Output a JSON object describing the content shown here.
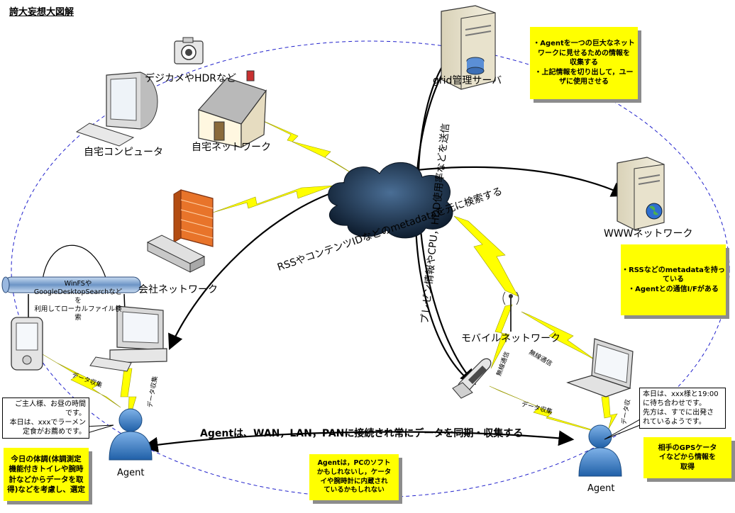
{
  "title": "誇大妄想大図解",
  "labels": {
    "camera": "デジカメやHDRなど",
    "home_pc": "自宅コンピュータ",
    "home_network": "自宅ネットワーク",
    "grid_server": "grid管理サーバ",
    "www_network": "WWWネットワーク",
    "company_network": "会社ネットワーク",
    "mobile_network": "モバイルネットワーク",
    "agent_left": "Agent",
    "agent_right": "Agent",
    "pipe_text": "WinFSや\nGoogleDesktopSearchなどを\n利用してローカルファイル検\n索"
  },
  "arrows": {
    "rss_search": "RSSやコンテンツIDなどのmetadataを元に検索する",
    "presence": "プレゼン情報やCPU，HDD使用率などを送信",
    "sync": "Agentは、WAN，LAN，PANに接続され常にデータを同期・収集する"
  },
  "small_labels": {
    "data_collect_1": "データ収集",
    "data_collect_2": "データ収集",
    "data_collect_3": "データ収集",
    "data_collect_4": "データ収",
    "wireless_1": "無線通信",
    "wireless_2": "無線通信"
  },
  "notes": {
    "grid_note": "・Agentを一つの巨大なネット\nワークに見せるための情報を\n収集する\n・上記情報を切り出して，ユー\nザに使用させる",
    "www_note": "・RSSなどのmetadataを持っ\nている\n・Agentとの通信I/Fがある",
    "health_note": "今日の体調(体調測定\n機能付きトイレや腕時\n計などからデータを取\n得)などを考慮し、選定",
    "agent_note": "Agentは，PCのソフト\nかもしれないし，ケータ\nイや腕時計に内蔵され\nているかもしれない",
    "gps_note": "相手のGPSケータ\nイなどから情報を\n取得"
  },
  "callouts": {
    "left": "ご主人様、お昼の時間\nです。\n本日は、xxxでラーメン\n定食がお薦めです。",
    "right": "本日は、xxx様と19:00\nに待ち合わせです。\n先方は、すでに出発さ\nれているようです。"
  },
  "colors": {
    "note_yellow": "#ffff00",
    "lightning_yellow": "#ffff00",
    "ellipse_blue": "#2222cc",
    "cloud_dark": "#1f3550",
    "agent_blue": "#3d7fc9",
    "firewall_orange": "#e8742a"
  }
}
